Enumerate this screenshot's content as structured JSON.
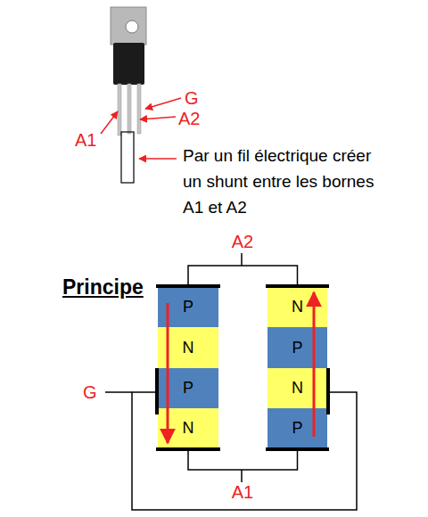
{
  "diagram": {
    "nodes": [
      {
        "text": [
          "P"
        ]
      },
      {
        "text": [
          "N"
        ]
      },
      {
        "text": [
          "P"
        ]
      },
      {
        "text": [
          "N"
        ]
      },
      {
        "text": [
          "N"
        ]
      },
      {
        "text": [
          "P"
        ]
      },
      {
        "text": [
          "N"
        ]
      },
      {
        "text": [
          "P"
        ]
      }
    ],
    "edges": [
      {
        "from": 0,
        "to": 4,
        "arrow": "none"
      },
      {
        "from": 3,
        "to": 7,
        "arrow": "none"
      },
      {
        "from": 2,
        "to": 6,
        "arrow": "none"
      }
    ],
    "labels": [
      "G",
      "A2",
      "A1",
      "Par un fil électrique créer un shunt entre les bornes A1 et A2",
      "A2",
      "Principe",
      "G",
      "A1"
    ]
  }
}
